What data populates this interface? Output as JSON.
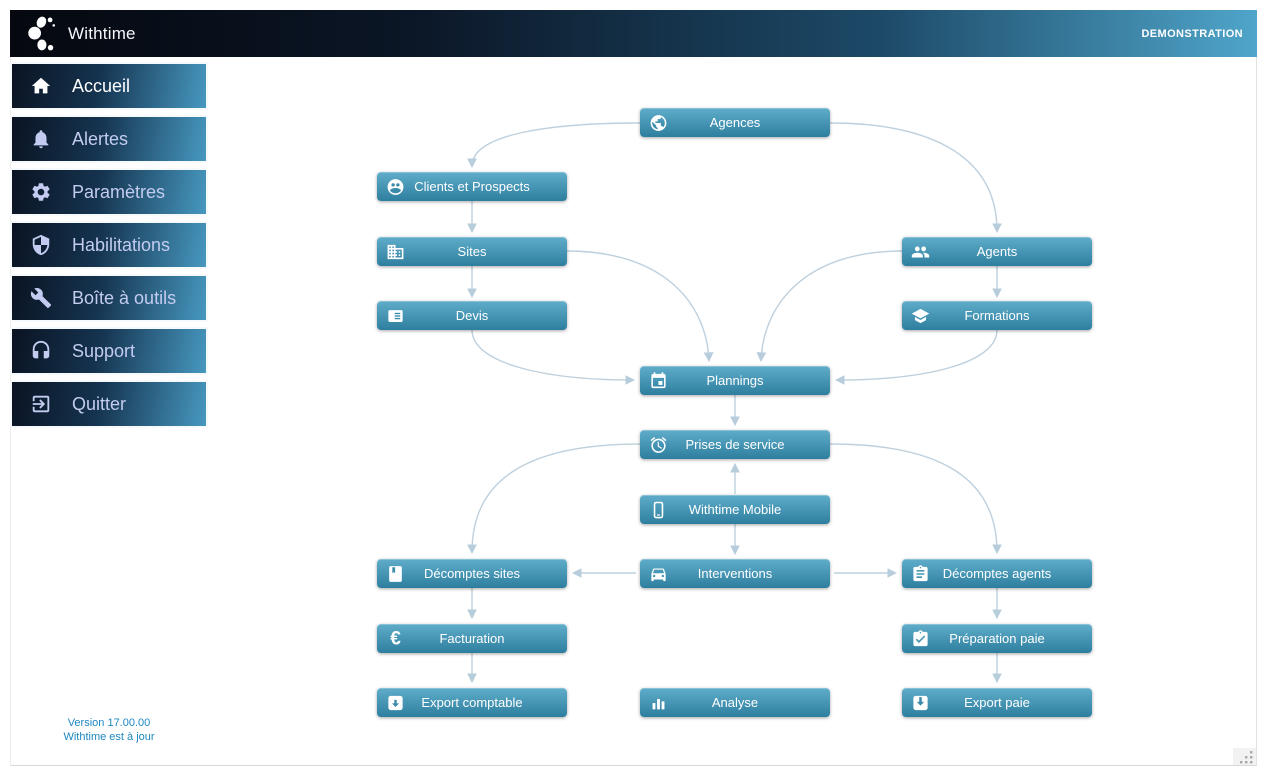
{
  "header": {
    "brand": "Withtime",
    "badge": "DEMONSTRATION"
  },
  "sidebar": {
    "items": [
      {
        "id": "accueil",
        "label": "Accueil",
        "icon": "home-icon",
        "active": true
      },
      {
        "id": "alertes",
        "label": "Alertes",
        "icon": "bell-icon",
        "active": false
      },
      {
        "id": "parametres",
        "label": "Paramètres",
        "icon": "gear-icon",
        "active": false
      },
      {
        "id": "habilitations",
        "label": "Habilitations",
        "icon": "shield-icon",
        "active": false
      },
      {
        "id": "boite-a-outils",
        "label": "Boîte à outils",
        "icon": "wrench-icon",
        "active": false
      },
      {
        "id": "support",
        "label": "Support",
        "icon": "headset-icon",
        "active": false
      },
      {
        "id": "quitter",
        "label": "Quitter",
        "icon": "logout-icon",
        "active": false
      }
    ]
  },
  "footer": {
    "version": "Version 17.00.00",
    "status": "Withtime est à jour"
  },
  "diagram": {
    "nodes": [
      {
        "id": "agences",
        "label": "Agences",
        "icon": "globe-icon"
      },
      {
        "id": "clients",
        "label": "Clients et Prospects",
        "icon": "people-circle-icon"
      },
      {
        "id": "sites",
        "label": "Sites",
        "icon": "building-icon"
      },
      {
        "id": "devis",
        "label": "Devis",
        "icon": "document-lines-icon"
      },
      {
        "id": "agents",
        "label": "Agents",
        "icon": "people-icon"
      },
      {
        "id": "formations",
        "label": "Formations",
        "icon": "graduation-cap-icon"
      },
      {
        "id": "plannings",
        "label": "Plannings",
        "icon": "calendar-icon"
      },
      {
        "id": "prises-de-service",
        "label": "Prises de service",
        "icon": "alarm-clock-icon"
      },
      {
        "id": "withtime-mobile",
        "label": "Withtime Mobile",
        "icon": "smartphone-icon"
      },
      {
        "id": "decomptes-sites",
        "label": "Décomptes sites",
        "icon": "journal-icon"
      },
      {
        "id": "interventions",
        "label": "Interventions",
        "icon": "car-icon"
      },
      {
        "id": "decomptes-agents",
        "label": "Décomptes agents",
        "icon": "clipboard-lines-icon"
      },
      {
        "id": "facturation",
        "label": "Facturation",
        "icon": "euro-icon"
      },
      {
        "id": "preparation-paie",
        "label": "Préparation paie",
        "icon": "clipboard-check-icon"
      },
      {
        "id": "export-comptable",
        "label": "Export comptable",
        "icon": "box-arrow-down-icon"
      },
      {
        "id": "analyse",
        "label": "Analyse",
        "icon": "bar-chart-icon"
      },
      {
        "id": "export-paie",
        "label": "Export paie",
        "icon": "box-arrow-in-icon"
      }
    ],
    "edges": [
      {
        "from": "agences",
        "to": "clients"
      },
      {
        "from": "agences",
        "to": "agents"
      },
      {
        "from": "clients",
        "to": "sites"
      },
      {
        "from": "sites",
        "to": "devis"
      },
      {
        "from": "agents",
        "to": "formations"
      },
      {
        "from": "sites",
        "to": "plannings"
      },
      {
        "from": "agents",
        "to": "plannings"
      },
      {
        "from": "devis",
        "to": "plannings"
      },
      {
        "from": "formations",
        "to": "plannings"
      },
      {
        "from": "plannings",
        "to": "prises-de-service"
      },
      {
        "from": "withtime-mobile",
        "to": "prises-de-service"
      },
      {
        "from": "withtime-mobile",
        "to": "interventions"
      },
      {
        "from": "prises-de-service",
        "to": "decomptes-sites"
      },
      {
        "from": "prises-de-service",
        "to": "decomptes-agents"
      },
      {
        "from": "interventions",
        "to": "decomptes-sites"
      },
      {
        "from": "interventions",
        "to": "decomptes-agents"
      },
      {
        "from": "decomptes-sites",
        "to": "facturation"
      },
      {
        "from": "facturation",
        "to": "export-comptable"
      },
      {
        "from": "decomptes-agents",
        "to": "preparation-paie"
      },
      {
        "from": "preparation-paie",
        "to": "export-paie"
      }
    ]
  },
  "colors": {
    "topbar_dark": "#05080f",
    "topbar_teal": "#4fa5ca",
    "sidebar_text": "#c3ccf0",
    "node_top": "#5fadca",
    "node_bottom": "#2e7e9f",
    "edge": "#bed0dd",
    "version_text": "#1e87c2"
  }
}
